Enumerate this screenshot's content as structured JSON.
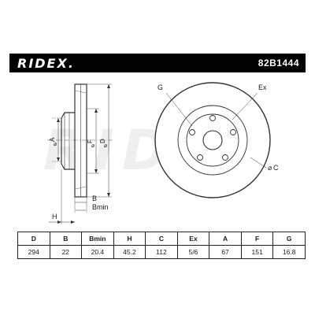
{
  "header": {
    "brand": "RIDEX.",
    "part_number": "82B1444"
  },
  "watermark": "RIDEX",
  "drawing_labels": {
    "side": {
      "a": "A",
      "f": "F",
      "d": "D",
      "b": "B",
      "bmin": "Bmin",
      "h": "H"
    },
    "front": {
      "g": "G",
      "ex": "Ex",
      "c": "C"
    }
  },
  "specs": {
    "headers": [
      "D",
      "B",
      "Bmin",
      "H",
      "C",
      "Ex",
      "A",
      "F",
      "G"
    ],
    "values": [
      "294",
      "22",
      "20.4",
      "45.2",
      "112",
      "5/6",
      "67",
      "151",
      "16.8"
    ]
  }
}
